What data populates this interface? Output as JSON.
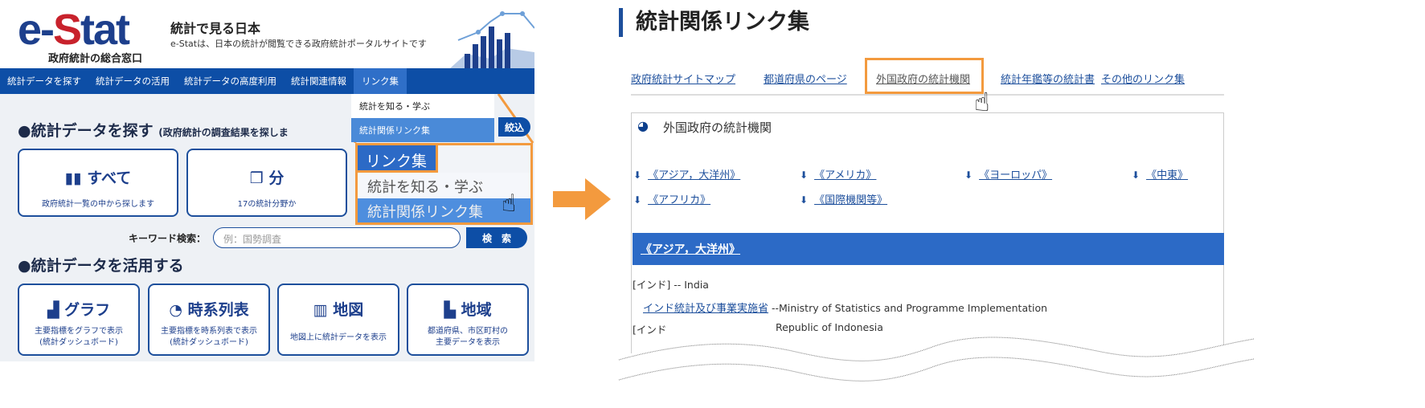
{
  "left": {
    "logo": {
      "prefix": "e-",
      "s": "S",
      "suffix": "tat",
      "subtitle": "政府統計の総合窓口"
    },
    "tagline": "統計で見る日本",
    "tagline_sub": "e-Statは、日本の統計が閲覧できる政府統計ポータルサイトです",
    "nav": [
      "統計データを探す",
      "統計データの活用",
      "統計データの高度利用",
      "統計関連情報",
      "リンク集"
    ],
    "dropdown": [
      "統計を知る・学ぶ",
      "統計関係リンク集"
    ],
    "section1": {
      "title": "●統計データを探す",
      "note": "(政府統計の調査結果を探しま"
    },
    "cards1": [
      {
        "title": "すべて",
        "desc": "政府統計一覧の中から探します"
      },
      {
        "title": "分",
        "desc": "17の統計分野か"
      }
    ],
    "filter_button": "絞込",
    "search": {
      "label": "キーワード検索：",
      "placeholder": "例：国勢調査",
      "button": "検　索"
    },
    "section2": {
      "title": "●統計データを活用する"
    },
    "cards2": [
      {
        "title": "グラフ",
        "desc1": "主要指標をグラフで表示",
        "desc2": "(統計ダッシュボード)"
      },
      {
        "title": "時系列表",
        "desc1": "主要指標を時系列表で表示",
        "desc2": "(統計ダッシュボード)"
      },
      {
        "title": "地図",
        "desc1": "地図上に統計データを表示",
        "desc2": ""
      },
      {
        "title": "地域",
        "desc1": "都道府県、市区町村の",
        "desc2": "主要データを表示"
      }
    ],
    "callout": {
      "tab": "リンク集",
      "items": [
        "統計を知る・学ぶ",
        "統計関係リンク集"
      ]
    }
  },
  "right": {
    "title": "統計関係リンク集",
    "tabs": [
      "政府統計サイトマップ",
      "都道府県のページ",
      "外国政府の統計機関",
      "統計年鑑等の統計書",
      "その他のリンク集"
    ],
    "section_title": "外国政府の統計機関",
    "regions": [
      "《アジア，大洋州》",
      "《アメリカ》",
      "《ヨーロッパ》",
      "《中東》",
      "《アフリカ》",
      "《国際機関等》"
    ],
    "band": "《アジア，大洋州》",
    "rows": {
      "india_label": "[インド]  -- India",
      "india_link": "インド統計及び事業実施省",
      "india_desc": " --Ministry of Statistics and Programme Implementation",
      "indonesia_label": "[インド",
      "indonesia_desc": "Republic of Indonesia"
    }
  },
  "colors": {
    "nav": "#0d4ea6",
    "accent": "#f39a3e",
    "link": "#1d4f9c"
  }
}
